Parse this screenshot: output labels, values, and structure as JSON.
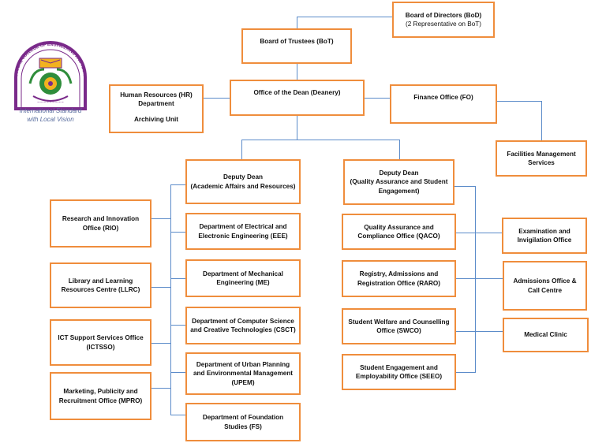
{
  "logo": {
    "arc_text": "GLOBAL COLLEGE OF ENGINEERING AND TECHNOLOGY",
    "tagline_line1": "International Standard",
    "tagline_line2": "with Local Vision",
    "colors": {
      "primary": "#7a2a8a",
      "accent": "#f2b21f",
      "green": "#2f8d3b"
    }
  },
  "colors": {
    "box_border": "#ef8d3c",
    "connector": "#5b8bc9"
  },
  "boxes": {
    "bod": {
      "line1": "Board of Directors (BoD)",
      "line2": "(2 Representative on BoT)"
    },
    "bot": {
      "line1": "Board of Trustees (BoT)"
    },
    "dean": {
      "line1": "Office of the Dean (Deanery)"
    },
    "hr": {
      "line1": "Human Resources (HR)",
      "line2": "Department",
      "line3": "Archiving Unit"
    },
    "finance": {
      "line1": "Finance Office (FO)"
    },
    "facilities": {
      "line1": "Facilities Management",
      "line2": "Services"
    },
    "dd_academic": {
      "line1": "Deputy Dean",
      "line2": "(Academic Affairs and Resources)"
    },
    "dd_quality": {
      "line1": "Deputy Dean",
      "line2": "(Quality Assurance and Student",
      "line3": "Engagement)"
    },
    "rio": {
      "line1": "Research and Innovation",
      "line2": "Office (RIO)"
    },
    "llrc": {
      "line1": "Library and Learning",
      "line2": "Resources Centre (LLRC)"
    },
    "ictsso": {
      "line1": "ICT Support Services Office",
      "line2": "(ICTSSO)"
    },
    "mpro": {
      "line1": "Marketing, Publicity and",
      "line2": "Recruitment Office (MPRO)"
    },
    "eee": {
      "line1": "Department of Electrical and",
      "line2": "Electronic Engineering (EEE)"
    },
    "me": {
      "line1": "Department of Mechanical",
      "line2": "Engineering (ME)"
    },
    "csct": {
      "line1": "Department of Computer Science",
      "line2": "and Creative Technologies (CSCT)"
    },
    "upem": {
      "line1": "Department of Urban Planning",
      "line2": "and Environmental Management",
      "line3": "(UPEM)"
    },
    "fs": {
      "line1": "Department of Foundation",
      "line2": "Studies (FS)"
    },
    "qaco": {
      "line1": "Quality Assurance and",
      "line2": "Compliance Office (QACO)"
    },
    "raro": {
      "line1": "Registry, Admissions and",
      "line2": "Registration Office (RARO)"
    },
    "swco": {
      "line1": "Student Welfare and Counselling",
      "line2": "Office (SWCO)"
    },
    "seeo": {
      "line1": "Student Engagement and",
      "line2": "Employability Office (SEEO)"
    },
    "exam": {
      "line1": "Examination and",
      "line2": "Invigilation Office"
    },
    "admissions": {
      "line1": "Admissions Office &",
      "line2": "Call Centre"
    },
    "medical": {
      "line1": "Medical Clinic"
    }
  }
}
